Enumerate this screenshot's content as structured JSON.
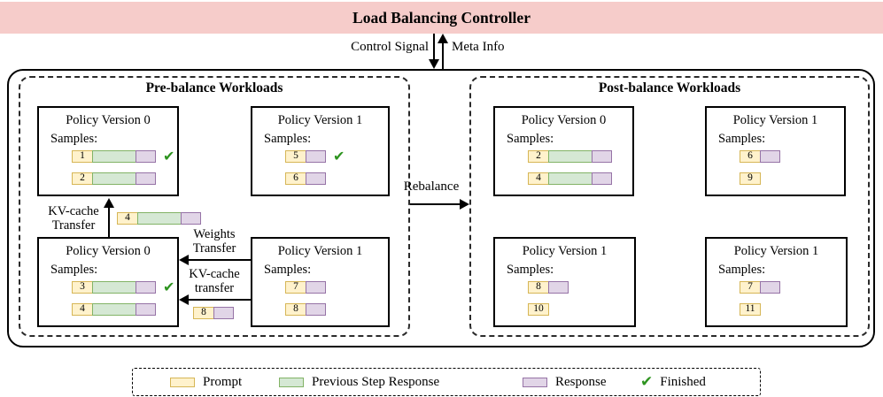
{
  "banner": {
    "title": "Load Balancing Controller"
  },
  "controller_links": {
    "control_signal_label": "Control Signal",
    "meta_info_label": "Meta Info"
  },
  "rebalance_label": "Rebalance",
  "pre": {
    "title": "Pre-balance Workloads",
    "boxes": [
      {
        "title": "Policy Version 0",
        "samples_label": "Samples:",
        "bars": [
          {
            "label": "1",
            "segments": [
              "prompt",
              "prev_response",
              "response"
            ],
            "finished": true
          },
          {
            "label": "2",
            "segments": [
              "prompt",
              "prev_response",
              "response"
            ],
            "finished": false
          }
        ]
      },
      {
        "title": "Policy Version 1",
        "samples_label": "Samples:",
        "bars": [
          {
            "label": "5",
            "segments": [
              "prompt",
              "response"
            ],
            "finished": true
          },
          {
            "label": "6",
            "segments": [
              "prompt",
              "response"
            ],
            "finished": false
          }
        ]
      },
      {
        "title": "Policy Version 0",
        "samples_label": "Samples:",
        "bars": [
          {
            "label": "3",
            "segments": [
              "prompt",
              "prev_response",
              "response"
            ],
            "finished": true
          },
          {
            "label": "4",
            "segments": [
              "prompt",
              "prev_response",
              "response"
            ],
            "finished": false
          }
        ]
      },
      {
        "title": "Policy Version 1",
        "samples_label": "Samples:",
        "bars": [
          {
            "label": "7",
            "segments": [
              "prompt",
              "response"
            ],
            "finished": false
          },
          {
            "label": "8",
            "segments": [
              "prompt",
              "response"
            ],
            "finished": false
          }
        ]
      }
    ],
    "transfers": {
      "kv_up": {
        "line1": "KV-cache",
        "line2": "Transfer",
        "bars": [
          {
            "label": "4",
            "segments": [
              "prompt",
              "prev_response",
              "response"
            ],
            "finished": false
          }
        ]
      },
      "weights": {
        "line1": "Weights",
        "line2": "Transfer"
      },
      "kv_left": {
        "line1": "KV-cache",
        "line2": "transfer",
        "bars": [
          {
            "label": "8",
            "segments": [
              "prompt",
              "response"
            ],
            "finished": false
          }
        ]
      }
    }
  },
  "post": {
    "title": "Post-balance Workloads",
    "boxes": [
      {
        "title": "Policy Version 0",
        "samples_label": "Samples:",
        "bars": [
          {
            "label": "2",
            "segments": [
              "prompt",
              "prev_response",
              "response"
            ],
            "finished": false
          },
          {
            "label": "4",
            "segments": [
              "prompt",
              "prev_response",
              "response"
            ],
            "finished": false
          }
        ]
      },
      {
        "title": "Policy Version 1",
        "samples_label": "Samples:",
        "bars": [
          {
            "label": "6",
            "segments": [
              "prompt",
              "response"
            ],
            "finished": false
          },
          {
            "label": "9",
            "segments": [
              "prompt"
            ],
            "finished": false
          }
        ]
      },
      {
        "title": "Policy Version 1",
        "samples_label": "Samples:",
        "bars": [
          {
            "label": "8",
            "segments": [
              "prompt",
              "response"
            ],
            "finished": false
          },
          {
            "label": "10",
            "segments": [
              "prompt"
            ],
            "finished": false
          }
        ]
      },
      {
        "title": "Policy Version 1",
        "samples_label": "Samples:",
        "bars": [
          {
            "label": "7",
            "segments": [
              "prompt",
              "response"
            ],
            "finished": false
          },
          {
            "label": "11",
            "segments": [
              "prompt"
            ],
            "finished": false
          }
        ]
      }
    ]
  },
  "legend": {
    "items": [
      {
        "color_key": "prompt",
        "label": "Prompt"
      },
      {
        "color_key": "prev_response",
        "label": "Previous Step Response"
      },
      {
        "color_key": "response",
        "label": "Response"
      },
      {
        "color_key": "finished",
        "label": "Finished"
      }
    ]
  },
  "icons": {
    "finished_check": "✔"
  },
  "colors": {
    "banner_bg": "#F6CCCA",
    "prompt_fill": "#FFF2CC",
    "prompt_border": "#D6B656",
    "prev_response_fill": "#D5E8D4",
    "prev_response_border": "#82B366",
    "response_fill": "#E1D5E7",
    "response_border": "#9673A6",
    "finished_check": "#2E9420"
  }
}
